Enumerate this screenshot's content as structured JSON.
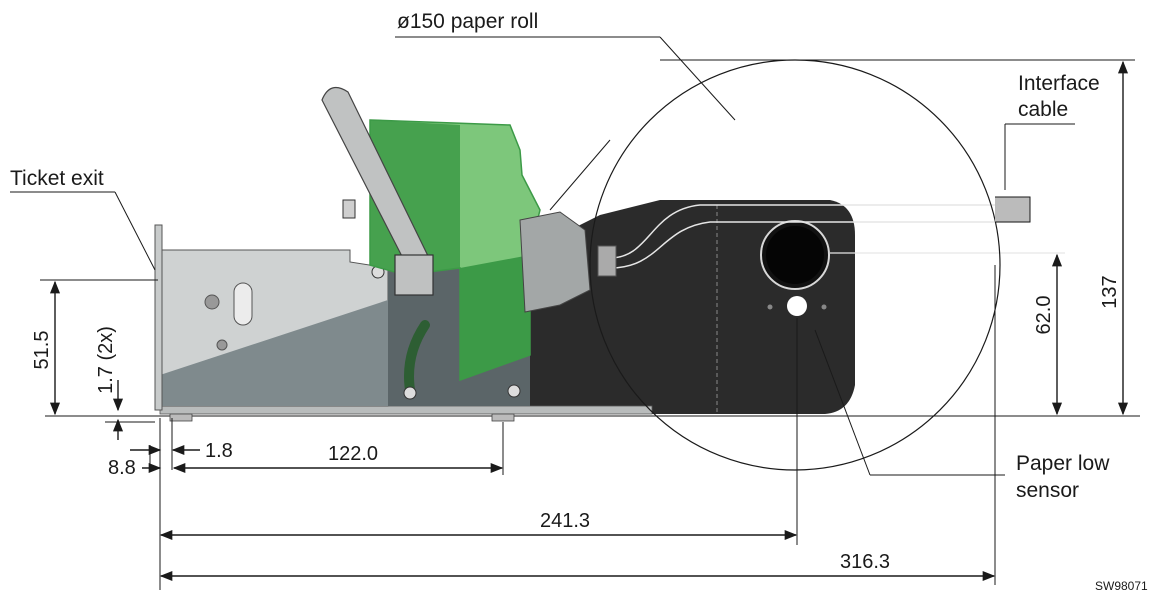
{
  "labels": {
    "paper_roll": "ø150 paper roll",
    "interface_cable_line1": "Interface",
    "interface_cable_line2": "cable",
    "ticket_exit": "Ticket exit",
    "paper_low_line1": "Paper low",
    "paper_low_line2": "sensor",
    "drawing_id": "SW98071"
  },
  "dimensions": {
    "height_left": "51.5",
    "wall_thickness": "1.7 (2x)",
    "offset_small": "1.8",
    "offset_left": "8.8",
    "foot_spacing": "122.0",
    "sensor_distance": "241.3",
    "overall_length": "316.3",
    "sensor_height": "62.0",
    "overall_height": "137"
  },
  "colors": {
    "green_light": "#7dc77b",
    "green_dark": "#3c9a47",
    "metal_grey": "#c8cbcb",
    "dark_body": "#2b2b2b",
    "line": "#1a1a1a"
  }
}
